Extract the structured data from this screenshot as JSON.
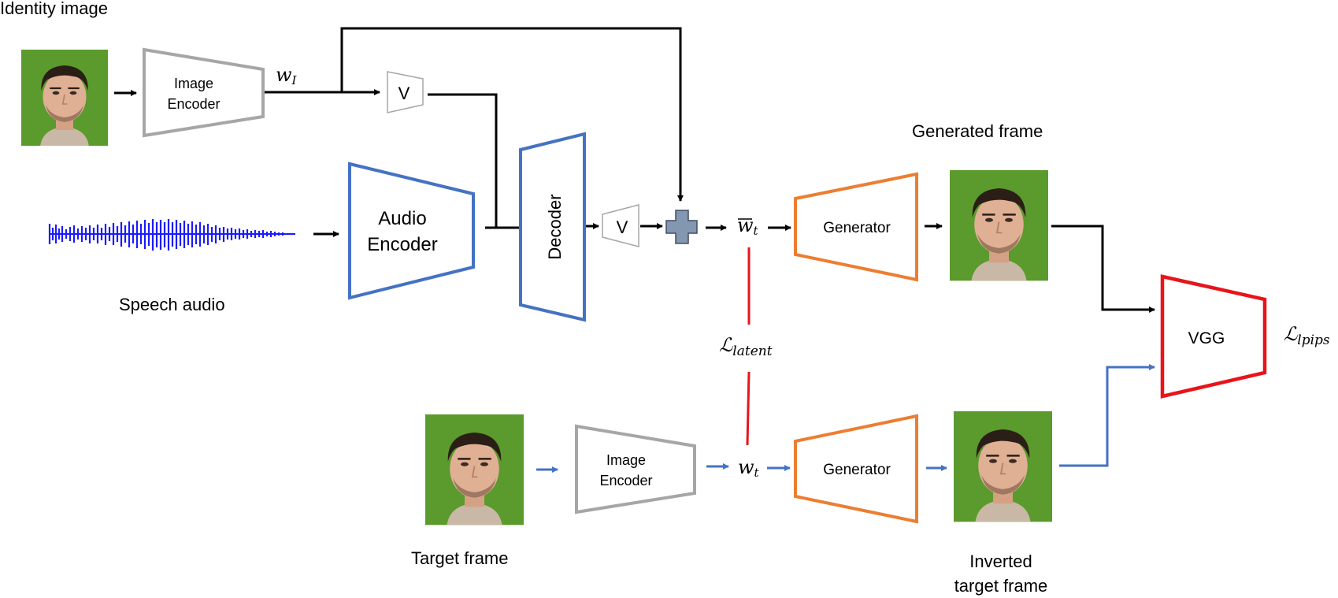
{
  "colors": {
    "gray": "#a6a6a6",
    "blue": "#4472c4",
    "orange": "#ed7d31",
    "red": "#e8141b",
    "black": "#000000",
    "waveform": "#1a1aff",
    "face_bg": "#5b9a2c",
    "plus": "#8497b0"
  },
  "labels": {
    "identity_image": "Identity image",
    "speech_audio": "Speech audio",
    "generated_frame": "Generated frame",
    "target_frame": "Target frame",
    "inverted_line1": "Inverted",
    "inverted_line2": "target frame"
  },
  "blocks": {
    "image_encoder_top_line1": "Image",
    "image_encoder_top_line2": "Encoder",
    "audio_encoder_line1": "Audio",
    "audio_encoder_line2": "Encoder",
    "decoder": "Decoder",
    "v_top": "V",
    "v_mid": "V",
    "generator_top": "Generator",
    "generator_bottom": "Generator",
    "image_encoder_bottom_line1": "Image",
    "image_encoder_bottom_line2": "Encoder",
    "vgg": "VGG"
  },
  "math": {
    "w_I_base": "w",
    "w_I_sub": "I",
    "wbar_t_base": "w",
    "wbar_t_sub": "t",
    "w_t_base": "w",
    "w_t_sub": "t",
    "L_latent_base": "ℒ",
    "L_latent_sub": "latent",
    "L_lpips_base": "ℒ",
    "L_lpips_sub": "lpips"
  },
  "icons": [
    "face-photo",
    "audio-waveform",
    "plus-icon"
  ]
}
